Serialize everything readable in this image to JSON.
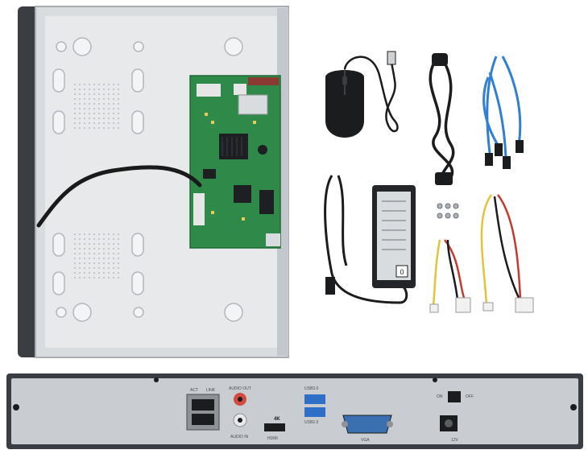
{
  "rear_panel": {
    "lan_label": "ACT",
    "link_label": "LINK",
    "audio_out_label": "AUDIO OUT",
    "audio_in_label": "AUDIO IN",
    "resolution_badge": "4K",
    "hdmi_label": "HDMI",
    "usb3_label": "USB3.0",
    "usb2_label": "USB2.0",
    "vga_label": "VGA",
    "power_on_label": "ON",
    "power_off_label": "OFF",
    "power_in_label": "12V"
  },
  "adapter": {
    "badge": "0"
  },
  "colors": {
    "chassis": "#d9dcdf",
    "pcb": "#2f8a4a",
    "sata_cable": "#2f7fd6",
    "rear_panel": "#c9ccd0"
  }
}
